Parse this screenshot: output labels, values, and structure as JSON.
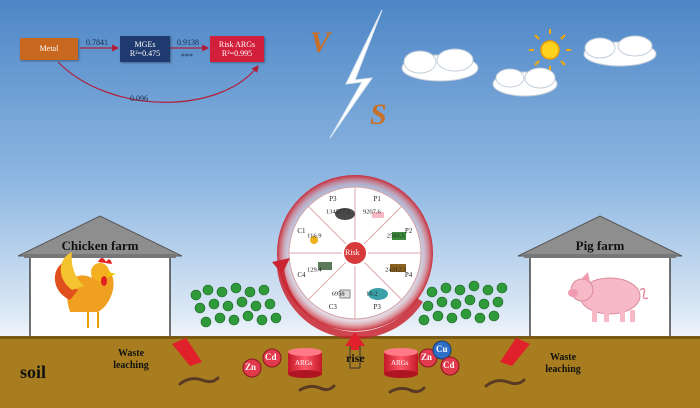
{
  "model": {
    "nodes": {
      "metal": "Metal",
      "mges": {
        "name": "MGEs",
        "r2": "R²=0.475"
      },
      "risk": {
        "name": "Risk  ARGs",
        "r2": "R²=0.995"
      }
    },
    "paths": {
      "metal_to_mges": "0.7841",
      "mges_to_risk": "0.9138",
      "mges_to_risk_sig": "***",
      "metal_to_risk": "0.096"
    }
  },
  "letters": {
    "v": "V",
    "s": "S"
  },
  "farms": {
    "left": "Chicken farm",
    "right": "Pig farm"
  },
  "soil": {
    "label": "soil",
    "waste_left": "Waste\nleaching",
    "waste_right": "Waste\nleaching",
    "rise": "rise"
  },
  "metals": {
    "left": [
      "Zn",
      "Cd"
    ],
    "right": [
      "Zn",
      "Cu",
      "Cd"
    ],
    "cylinder": "ARGs"
  },
  "wheel": {
    "center": "Risk",
    "sectors": [
      {
        "name": "P1",
        "value": "9207.6"
      },
      {
        "name": "P2",
        "value": "2593.5"
      },
      {
        "name": "P4",
        "value": "24312.3"
      },
      {
        "name": "P3",
        "value": "10.2"
      },
      {
        "name": "C3",
        "value": "6958"
      },
      {
        "name": "C4",
        "value": "129.4"
      },
      {
        "name": "C1",
        "value": "116.9"
      },
      {
        "name": "P3",
        "value": "134577.2"
      }
    ]
  },
  "colors": {
    "metal": "#c8681e",
    "mges": "#1f3a6e",
    "risk": "#d21f3c",
    "soil": "#a87d1f",
    "wheel": "#c9242f",
    "arrow": "#e0202a"
  }
}
